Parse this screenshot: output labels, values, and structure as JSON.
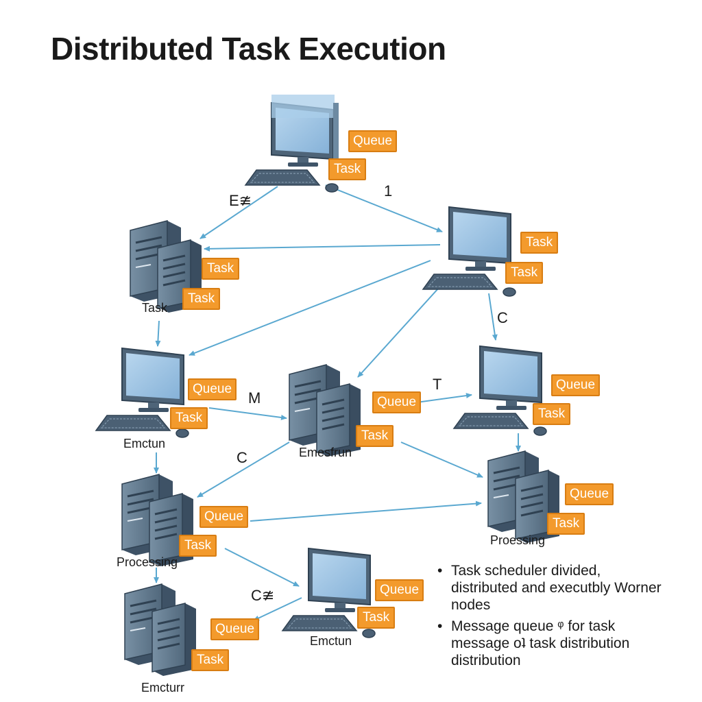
{
  "title": "Distributed Task Execution",
  "nodes": [
    {
      "id": "n1",
      "kind": "monitor",
      "tags": [
        "Queue",
        "Task"
      ],
      "label": ""
    },
    {
      "id": "n2",
      "kind": "server",
      "tags": [
        "Task",
        "Task"
      ],
      "label": "Task"
    },
    {
      "id": "n3",
      "kind": "monitor",
      "tags": [
        "Task",
        "Task"
      ],
      "label": ""
    },
    {
      "id": "n4",
      "kind": "monitor",
      "tags": [
        "Queue",
        "Task"
      ],
      "label": "Emctun"
    },
    {
      "id": "n5",
      "kind": "server",
      "tags": [
        "Queue",
        "Task"
      ],
      "label": "Emesfrun"
    },
    {
      "id": "n6",
      "kind": "monitor",
      "tags": [
        "Queue",
        "Task"
      ],
      "label": ""
    },
    {
      "id": "n7",
      "kind": "server",
      "tags": [
        "Queue",
        "Task"
      ],
      "label": "Processing"
    },
    {
      "id": "n8",
      "kind": "server",
      "tags": [
        "Queue",
        "Task"
      ],
      "label": "Proessing"
    },
    {
      "id": "n9",
      "kind": "monitor",
      "tags": [
        "Queue",
        "Task"
      ],
      "label": "Emctun"
    },
    {
      "id": "n10",
      "kind": "server",
      "tags": [
        "Queue",
        "Task"
      ],
      "label": "Emcturr"
    }
  ],
  "edge_labels": [
    "E≇",
    "1",
    "C",
    "M",
    "T",
    "C",
    "C≇"
  ],
  "notes": [
    "Task scheduler divided, distributed and executbly Worner nodes",
    "Message queue ᵠ for task message oʇ task distribution distribution"
  ],
  "colors": {
    "accent": "#f39a2c",
    "accent_border": "#d87d12",
    "arrow": "#5aa8d0",
    "device": "#5c7387",
    "screen": "#9ec4e4",
    "text": "#1a1a1a"
  }
}
